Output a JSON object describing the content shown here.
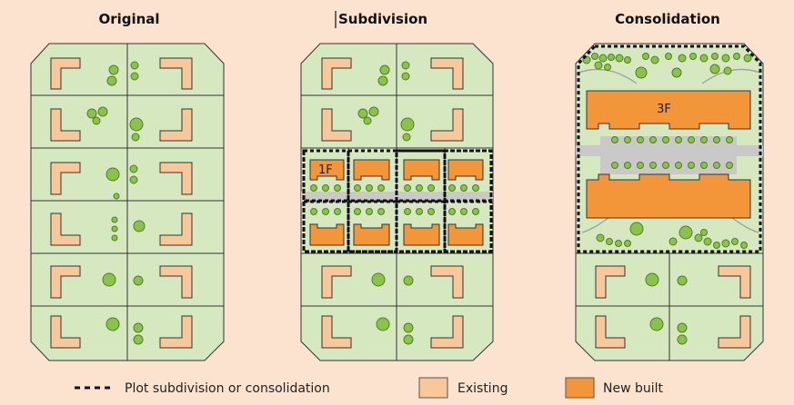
{
  "titles": {
    "original": "Original",
    "subdivision": "Subdivision",
    "consolidation": "Consolidation"
  },
  "building_labels": {
    "subdivision_unit": "1F",
    "consolidation_block": "3F"
  },
  "legend": {
    "dashed_label": "Plot subdivision or consolidation",
    "existing_label": "Existing",
    "new_label": "New built"
  },
  "colors": {
    "background": "#fbe3cf",
    "plot_fill": "#d6e8c0",
    "existing_fill": "#f8c79a",
    "new_fill": "#f3963a",
    "tree_fill": "#8bc34a",
    "road_fill": "#c9c9c9",
    "outline": "#333333"
  }
}
